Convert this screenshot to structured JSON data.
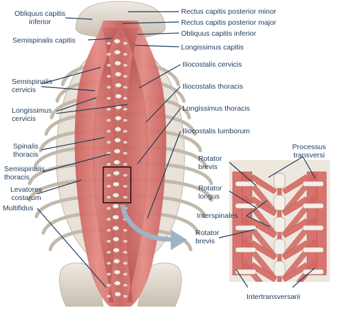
{
  "labels": {
    "obliquus_capitis_inferior_left": "Obliquus capitis\ninferior",
    "semispinalis_capitis": "Semispinalis capitis",
    "semispinalis_cervicis": "Semispinalis\ncervicis",
    "longissimus_cervicis": "Longissimus\ncervicis",
    "spinalis_thoracis": "Spinalis\nthoracis",
    "semispinalis_thoracis": "Semispinalis\nthoracis",
    "levatores_costarum": "Levatores\ncostarum",
    "multifidus": "Multifidus",
    "rectus_capitis_posterior_minor": "Rectus capitis posterior minor",
    "rectus_capitis_posterior_major": "Rectus capitis posterior major",
    "obliquus_capitis_inferior_right": "Obliquus capitis inferior",
    "longissimus_capitis": "Longissimus capitis",
    "iliocostalis_cervicis": "Iliocostalis cervicis",
    "iliocostalis_thoracis": "Iliocostalis thoracis",
    "longissimus_thoracis": "Longissimus thoracis",
    "iliocostalis_lumborum": "Iliocostalis lumborum",
    "processus_transversi": "Processus\ntransversi",
    "rotator_brevis_top": "Rotator\nbrevis",
    "rotator_longus": "Rotator\nlongus",
    "interspinales": "Interspinales",
    "rotator_brevis_bottom": "Rotator\nbrevis",
    "intertransversarii": "Intertransversarii"
  },
  "colors": {
    "muscle": "#d9736e",
    "muscle_dark": "#b24c4a",
    "muscle_light": "#f0a8a2",
    "bone": "#e4ddd3",
    "bone_shadow": "#bdb4a6",
    "leader": "#1d3b5c",
    "arrow": "#9fb3c5"
  }
}
